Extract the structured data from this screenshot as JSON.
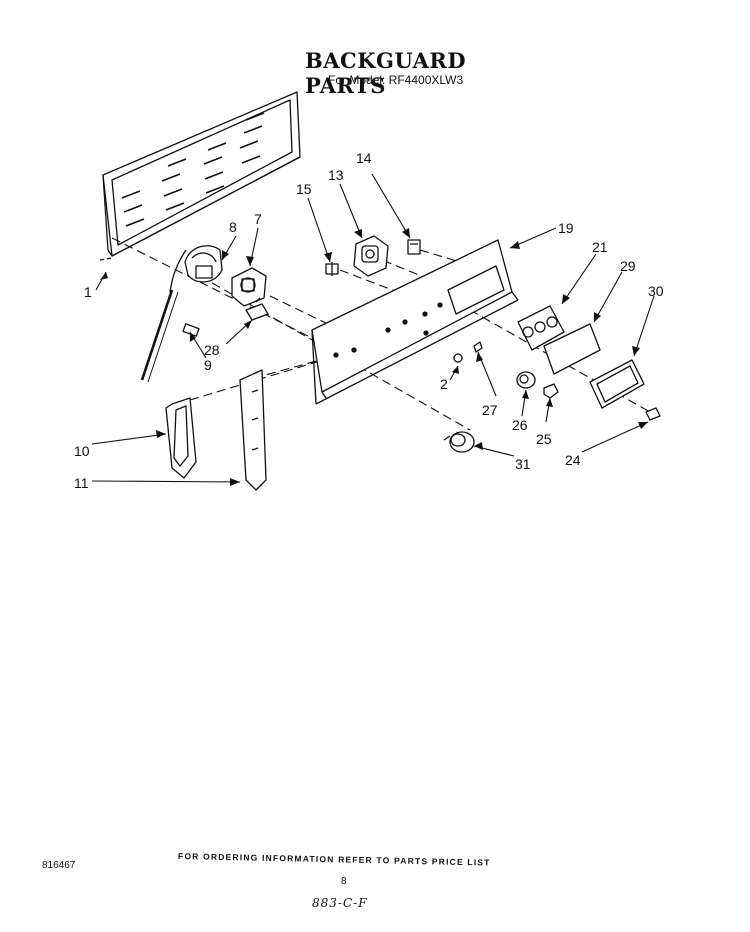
{
  "title": "BACKGUARD PARTS",
  "subtitle": "For Model: RF4400XLW3",
  "callouts": [
    {
      "id": "1",
      "label": "1"
    },
    {
      "id": "2",
      "label": "2"
    },
    {
      "id": "7",
      "label": "7"
    },
    {
      "id": "8",
      "label": "8"
    },
    {
      "id": "9",
      "label": "9"
    },
    {
      "id": "10",
      "label": "10"
    },
    {
      "id": "11",
      "label": "11"
    },
    {
      "id": "13",
      "label": "13"
    },
    {
      "id": "14",
      "label": "14"
    },
    {
      "id": "15",
      "label": "15"
    },
    {
      "id": "19",
      "label": "19"
    },
    {
      "id": "21",
      "label": "21"
    },
    {
      "id": "24",
      "label": "24"
    },
    {
      "id": "25",
      "label": "25"
    },
    {
      "id": "26",
      "label": "26"
    },
    {
      "id": "27",
      "label": "27"
    },
    {
      "id": "28",
      "label": "28"
    },
    {
      "id": "29",
      "label": "29"
    },
    {
      "id": "30",
      "label": "30"
    },
    {
      "id": "31",
      "label": "31"
    }
  ],
  "footer_note": "FOR ORDERING INFORMATION REFER TO PARTS PRICE LIST",
  "doc_number": "816467",
  "page_number": "8",
  "handwritten_code": "883-C-F"
}
